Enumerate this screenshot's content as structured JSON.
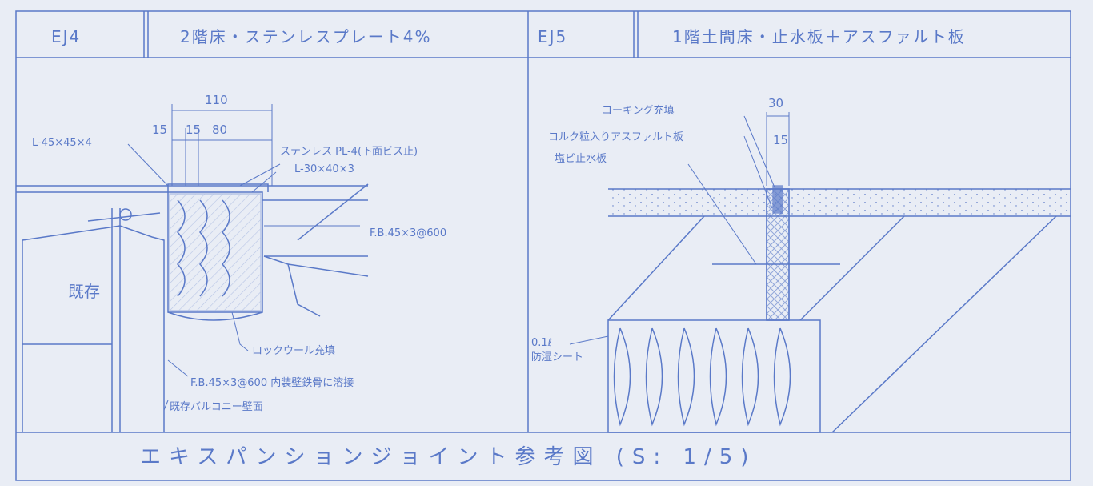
{
  "header": {
    "ej4_code": "EJ4",
    "ej4_title": "2階床・ステンレスプレート4%",
    "ej5_code": "EJ5",
    "ej5_title": "1階土間床・止水板＋アスファルト板"
  },
  "ej4": {
    "dim_110": "110",
    "dim_15a": "15",
    "dim_15b": "15",
    "dim_80": "80",
    "angle_label": "L-45×45×4",
    "plate_label": "ステンレス PL-4(下面ビス止)",
    "angle2_label": "L-30×40×3",
    "fb_label": "F.B.45×3@600",
    "existing_label": "既存",
    "rockwool_label": "ロックウール充填",
    "fb2_label": "F.B.45×3@600 内装壁鉄骨に溶接",
    "balcony_label": "既存バルコニー壁面"
  },
  "ej5": {
    "caulk_label": "コーキング充填",
    "dim_30": "30",
    "cork_label": "コルク粒入りアスファルト板",
    "stop_label": "塩ビ止水板",
    "dim_15": "15",
    "membrane_label": "0.1ℓ\n防湿シート"
  },
  "footer": {
    "title": "エキスパンションジョイント参考図 (S: 1/5)"
  },
  "colors": {
    "ink": "#5a79c8",
    "paper": "#e9edf5"
  }
}
